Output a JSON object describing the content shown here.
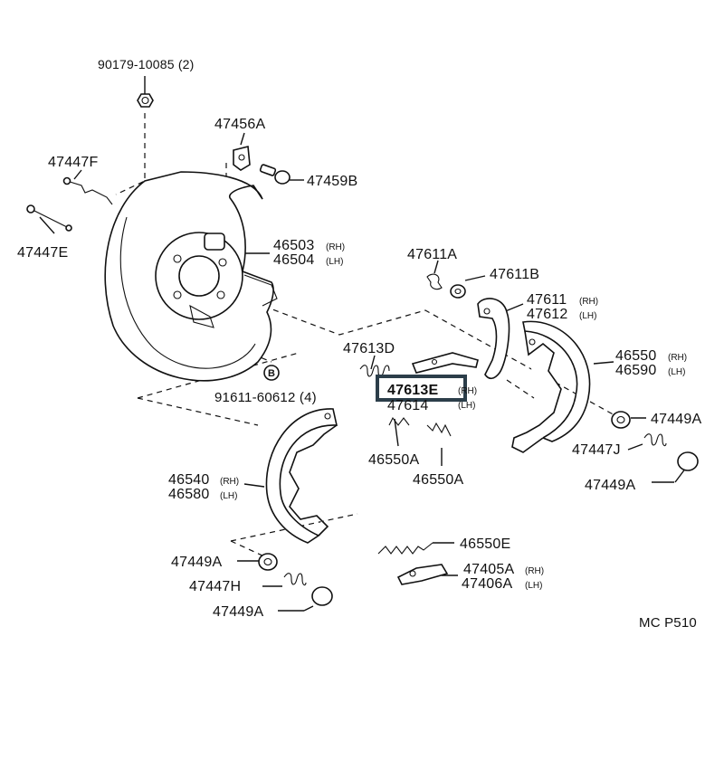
{
  "diagram": {
    "footer_code": "MC P510",
    "highlight_color": "#2c3e4a",
    "labels": {
      "p90179": "90179-10085 (2)",
      "p47456A": "47456A",
      "p47447F": "47447F",
      "p47459B": "47459B",
      "p47447E": "47447E",
      "p46503": "46503",
      "p46503_side": "(RH)",
      "p46504": "46504",
      "p46504_side": "(LH)",
      "p47611A": "47611A",
      "p47611B": "47611B",
      "p47611": "47611",
      "p47611_side": "(RH)",
      "p47612": "47612",
      "p47612_side": "(LH)",
      "p47613D": "47613D",
      "p47613E": "47613E",
      "p47613E_side": "(RH)",
      "p47614": "47614",
      "p47614_side": "(LH)",
      "p46550": "46550",
      "p46550_side": "(RH)",
      "p46590": "46590",
      "p46590_side": "(LH)",
      "p91611": "91611-60612 (4)",
      "p47449A_1": "47449A",
      "p47447J": "47447J",
      "p47449A_2": "47449A",
      "p46550A_1": "46550A",
      "p46550A_2": "46550A",
      "p46540": "46540",
      "p46540_side": "(RH)",
      "p46580": "46580",
      "p46580_side": "(LH)",
      "p46550E": "46550E",
      "p47405A": "47405A",
      "p47405A_side": "(RH)",
      "p47406A": "47406A",
      "p47406A_side": "(LH)",
      "p47449A_3": "47449A",
      "p47447H": "47447H",
      "p47449A_4": "47449A",
      "bolt_marker": "B"
    }
  }
}
